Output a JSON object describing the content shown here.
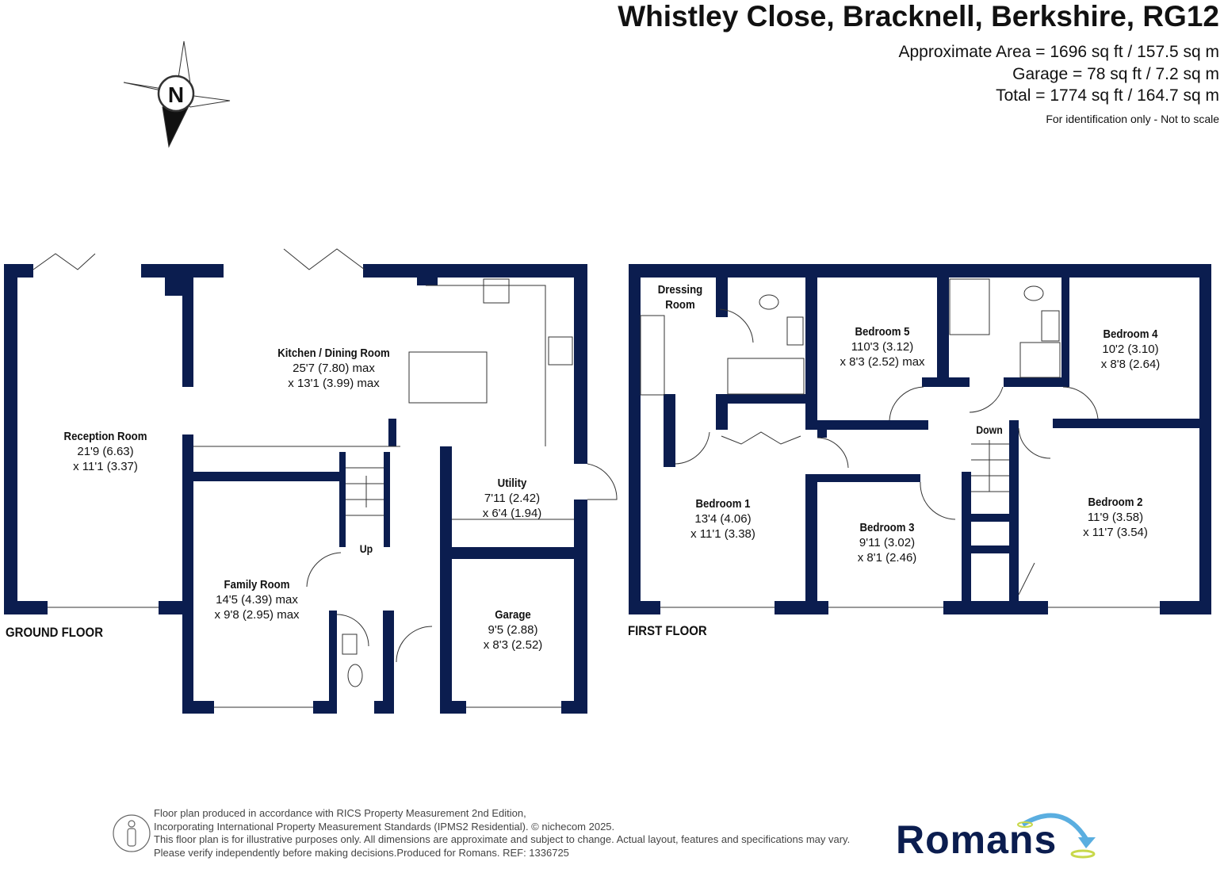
{
  "header": {
    "title": "Whistley Close, Bracknell, Berkshire, RG12",
    "approx_area": "Approximate Area = 1696 sq ft / 157.5 sq m",
    "garage_area": "Garage = 78 sq ft / 7.2 sq m",
    "total_area": "Total = 1774 sq ft / 164.7 sq m",
    "note": "For identification only - Not to scale"
  },
  "compass": {
    "label": "N"
  },
  "ground_floor": {
    "label": "GROUND FLOOR",
    "stairs_label": "Up",
    "rooms": [
      {
        "name": "Kitchen / Dining Room",
        "dim1": "25'7 (7.80) max",
        "dim2": "x 13'1 (3.99) max"
      },
      {
        "name": "Reception Room",
        "dim1": "21'9 (6.63)",
        "dim2": "x 11'1 (3.37)"
      },
      {
        "name": "Utility",
        "dim1": "7'11 (2.42)",
        "dim2": "x 6'4 (1.94)"
      },
      {
        "name": "Family Room",
        "dim1": "14'5 (4.39) max",
        "dim2": "x 9'8 (2.95) max"
      },
      {
        "name": "Garage",
        "dim1": "9'5 (2.88)",
        "dim2": "x 8'3 (2.52)"
      }
    ]
  },
  "first_floor": {
    "label": "FIRST FLOOR",
    "stairs_label": "Down",
    "rooms": [
      {
        "name": "Dressing Room",
        "dim1": "",
        "dim2": ""
      },
      {
        "name": "Bedroom 5",
        "dim1": "110'3 (3.12)",
        "dim2": "x 8'3 (2.52) max"
      },
      {
        "name": "Bedroom 4",
        "dim1": "10'2 (3.10)",
        "dim2": "x 8'8 (2.64)"
      },
      {
        "name": "Bedroom 1",
        "dim1": "13'4 (4.06)",
        "dim2": "x 11'1 (3.38)"
      },
      {
        "name": "Bedroom 3",
        "dim1": "9'11 (3.02)",
        "dim2": "x 8'1 (2.46)"
      },
      {
        "name": "Bedroom 2",
        "dim1": "11'9 (3.58)",
        "dim2": "x 11'7 (3.54)"
      }
    ]
  },
  "footer": {
    "lines": [
      "Floor plan produced in accordance with RICS Property Measurement 2nd Edition,",
      "Incorporating International Property Measurement Standards (IPMS2 Residential).   © nichecom 2025.",
      "This floor plan is for illustrative purposes only. All dimensions are approximate and subject to change. Actual layout, features and specifications may vary.",
      "Please verify independently before making decisions.Produced for Romans.   REF:  1336725"
    ],
    "logo": "Romans"
  },
  "colors": {
    "wall": "#0b1d4f",
    "logo_arrow": "#5aaee0",
    "logo_ring": "#c8d84a"
  }
}
